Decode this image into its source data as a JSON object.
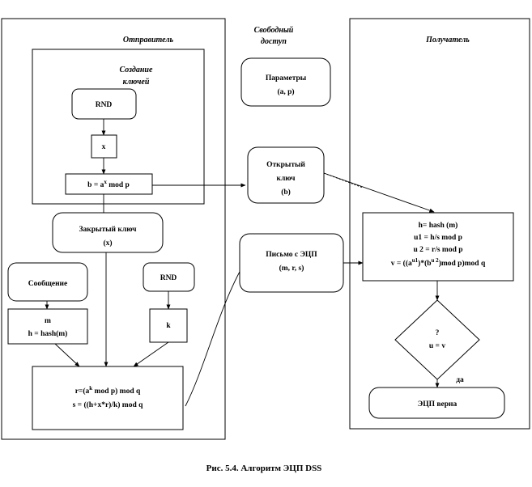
{
  "regions": {
    "sender": "Отправитель",
    "public": [
      "Свободный",
      "доступ"
    ],
    "receiver": "Получатель",
    "keygen": [
      "Создание",
      "ключей"
    ]
  },
  "nodes": {
    "rnd1": "RND",
    "x": "x",
    "b": {
      "pre": "b = a",
      "sup": "x",
      "post": " mod  p"
    },
    "params": [
      "Параметры",
      "(a, p)"
    ],
    "open_key": [
      "Открытый",
      "ключ",
      "(b)"
    ],
    "private_key": [
      "Закрытый  ключ",
      "(x)"
    ],
    "message": "Сообщение",
    "m_hash": [
      "m",
      "h = hash(m)"
    ],
    "rnd2": "RND",
    "k": "k",
    "signature": {
      "r_pre": "r=(a",
      "r_sup": "k",
      "r_post": " mod p) mod  q",
      "s": "s = ((h+x*r)/k)   mod  q"
    },
    "letter": [
      "Письмо с ЭЦП",
      "(m,  r,  s)"
    ],
    "verify": {
      "h": "h= hash (m)",
      "u1": "u1 = h/s  mod  p",
      "u2": "u 2 = r/s  mod  p",
      "v_1": "v = ((a",
      "v_sup1": "u1",
      "v_2": ")*(b",
      "v_sup2": "u 2",
      "v_3": ")mod p)mod q"
    },
    "decision": [
      "?",
      "u = v"
    ],
    "yes": "да",
    "valid": "ЭЦП верна"
  },
  "caption": "Рис. 5.4. Алгоритм ЭЦП  DSS"
}
